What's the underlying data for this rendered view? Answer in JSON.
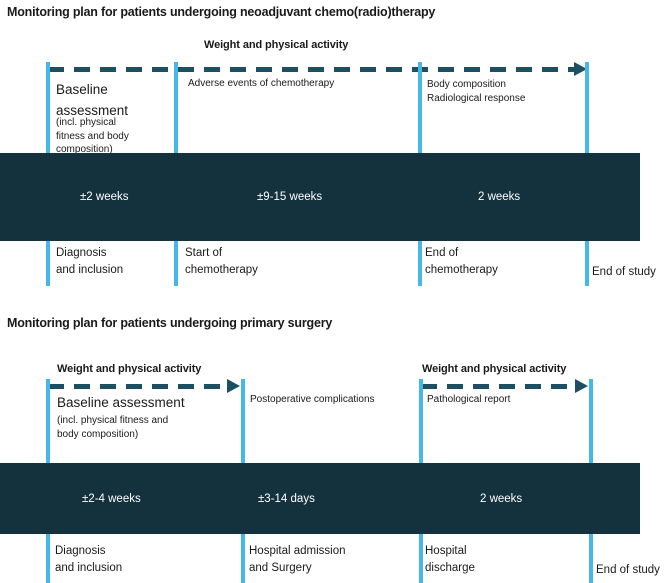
{
  "colors": {
    "bar_fill": "#14313E",
    "dash_arrow": "#1D4F63",
    "timeline_line": "#45B7E8",
    "text": "#1A1A1A",
    "bar_text": "#FFFFFF",
    "background": "#FFFFFF"
  },
  "plan1": {
    "title": "Monitoring plan for patients undergoing neoadjuvant chemo(radio)therapy",
    "arrow_label": "Weight and physical activity",
    "annotations": {
      "baseline_title": "Baseline\nassessment",
      "baseline_subtitle": "(incl. physical fitness and body composition)",
      "after_start": "Adverse events of chemotherapy",
      "after_end": "Body composition\nRadiological response"
    },
    "durations": [
      "±2 weeks",
      "±9-15 weeks",
      "2 weeks"
    ],
    "milestones": [
      "Diagnosis\nand inclusion",
      "Start of\nchemotherapy",
      "End of\nchemotherapy",
      "End of study"
    ]
  },
  "plan2": {
    "title": "Monitoring plan for patients undergoing primary surgery",
    "arrow_labels": [
      "Weight and physical activity",
      "Weight and physical activity"
    ],
    "annotations": {
      "baseline_title": "Baseline assessment",
      "baseline_subtitle": "(incl. physical fitness and\nbody composition)",
      "after_admission": "Postoperative complications",
      "after_discharge": "Pathological report"
    },
    "durations": [
      "±2-4 weeks",
      "±3-14 days",
      "2 weeks"
    ],
    "milestones": [
      "Diagnosis\nand inclusion",
      "Hospital admission\nand Surgery",
      "Hospital\ndischarge",
      "End of study"
    ]
  }
}
